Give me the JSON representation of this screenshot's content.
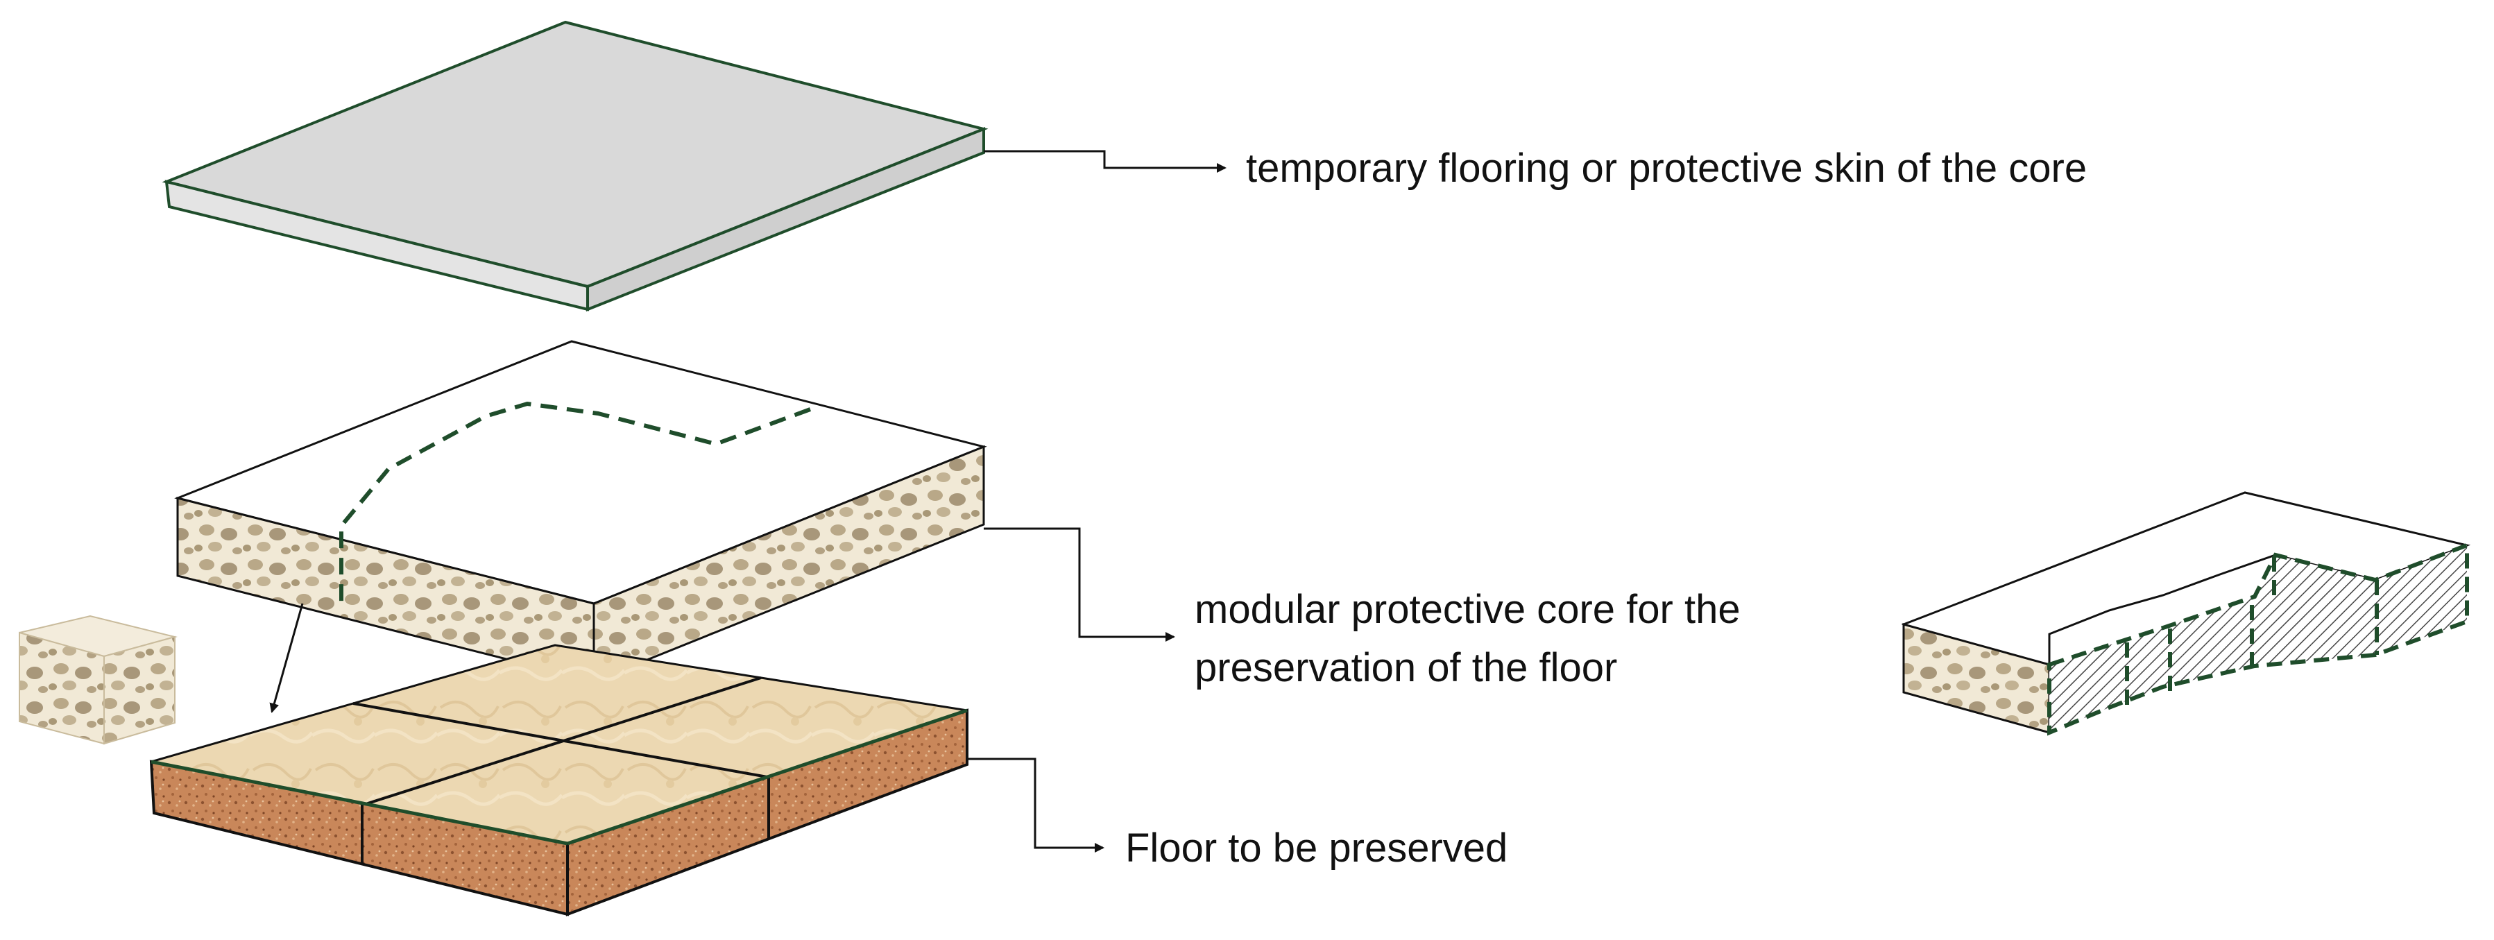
{
  "labels": {
    "skin": "temporary flooring or protective skin of the core",
    "core_line1": "modular protective core for the",
    "core_line2": "preservation of the floor",
    "floor": "Floor to be preserved"
  },
  "colors": {
    "skin_fill": "#d9d9d9",
    "outline_green": "#1f4d2b",
    "core_lattice": "#efe6d2",
    "floor_top": "#ecd8b2",
    "floor_side": "#c98a5a"
  }
}
